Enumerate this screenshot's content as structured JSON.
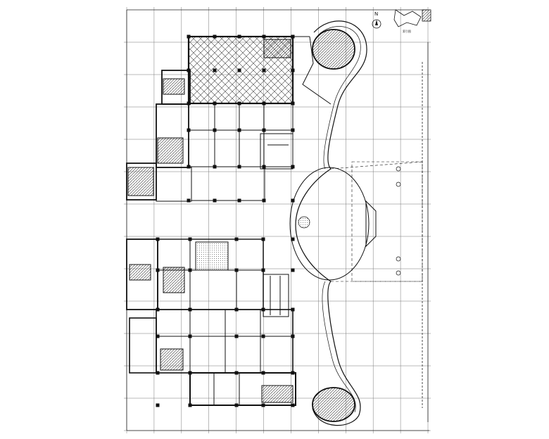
{
  "drawing": {
    "north_label": "N",
    "title_block_caption": "索引图"
  },
  "grid": {
    "vertical_lines": 12,
    "horizontal_lines": 13
  },
  "colors": {
    "line": "#111111",
    "grid": "#666666",
    "hatch": "#333333",
    "paper": "#ffffff"
  },
  "icons": {
    "north_arrow": "compass-icon",
    "key_plan": "key-plan-icon"
  }
}
